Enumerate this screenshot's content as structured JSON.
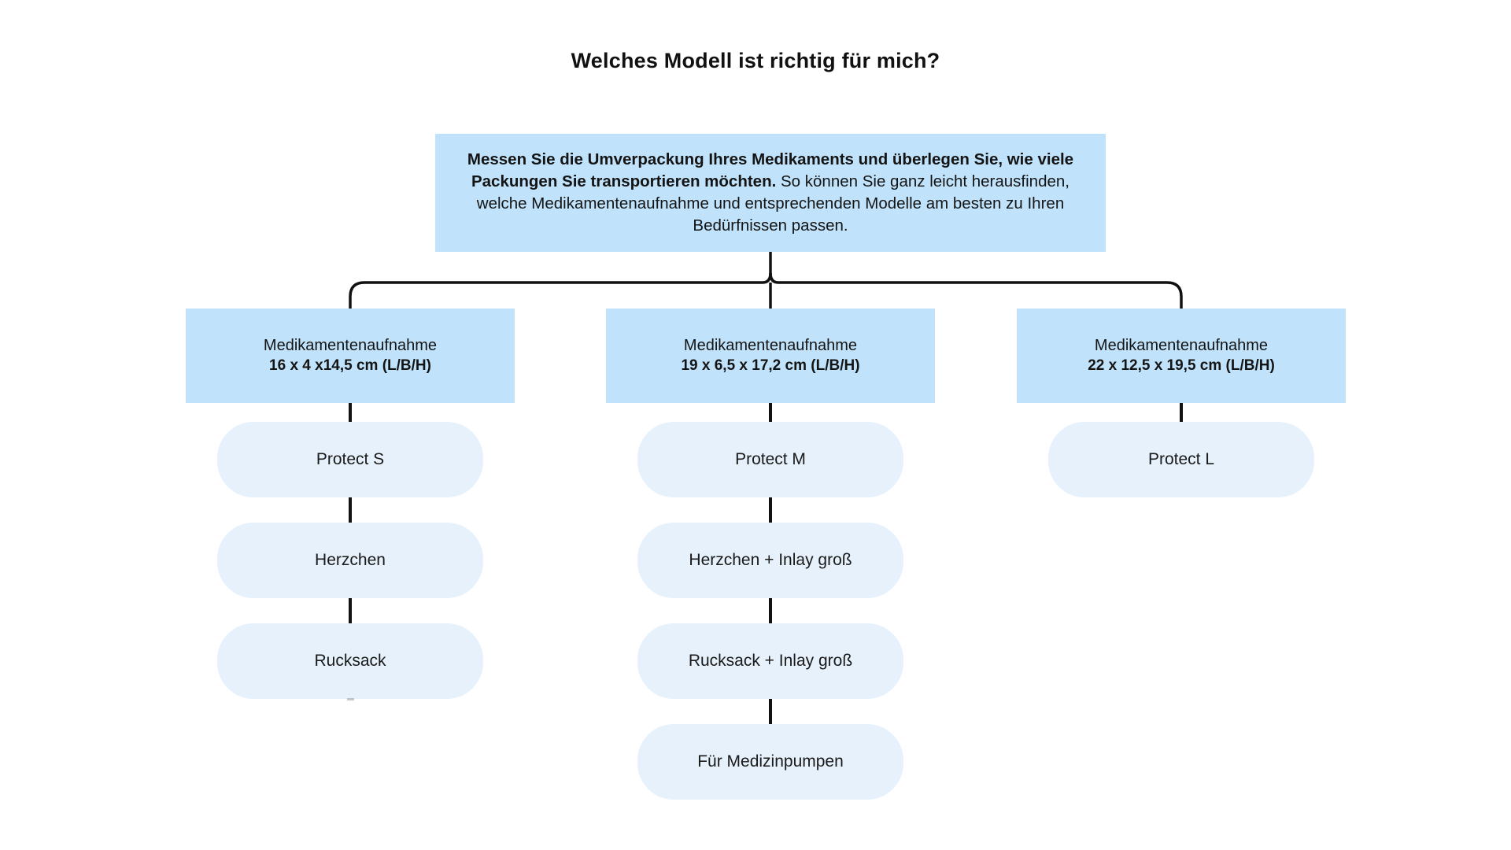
{
  "title": "Welches Modell ist richtig für mich?",
  "intro": {
    "bold": "Messen Sie die Umverpackung Ihres Medikaments und überlegen Sie, wie viele Packungen Sie transportieren möchten.",
    "rest": " So können Sie ganz leicht herausfinden, welche Medikamentenaufnahme und entsprechenden Modelle am besten zu Ihren Bedürfnissen passen."
  },
  "colors": {
    "header_box": "#c0e3fb",
    "pill": "#e6f1fc",
    "line": "#111111",
    "text": "#141414",
    "background": "#ffffff"
  },
  "columns": [
    {
      "header": {
        "title": "Medikamentenaufnahme",
        "dimensions": "16 x 4 x14,5 cm (L/B/H)"
      },
      "items": [
        {
          "label": "Protect S"
        },
        {
          "label": "Herzchen"
        },
        {
          "label": "Rucksack"
        }
      ]
    },
    {
      "header": {
        "title": "Medikamentenaufnahme",
        "dimensions": "19 x 6,5 x 17,2 cm (L/B/H)"
      },
      "items": [
        {
          "label": "Protect M"
        },
        {
          "label": "Herzchen + Inlay groß"
        },
        {
          "label": "Rucksack + Inlay groß"
        },
        {
          "label": "Für Medizinpumpen"
        }
      ]
    },
    {
      "header": {
        "title": "Medikamentenaufnahme",
        "dimensions": "22 x 12,5 x 19,5 cm (L/B/H)"
      },
      "items": [
        {
          "label": "Protect L"
        }
      ]
    }
  ]
}
